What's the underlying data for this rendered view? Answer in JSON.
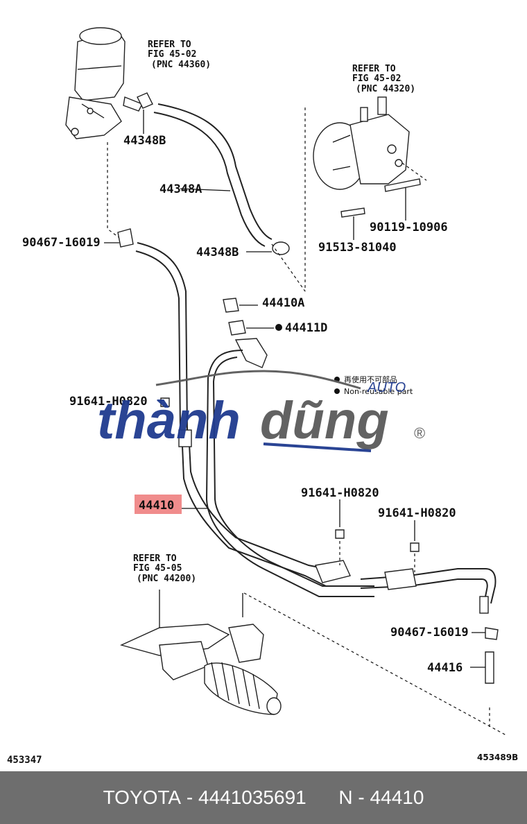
{
  "refs": {
    "top_left": {
      "line1": "REFER TO",
      "line2": "FIG 45-02",
      "line3": "(PNC 44360)"
    },
    "top_right": {
      "line1": "REFER TO",
      "line2": "FIG 45-02",
      "line3": "(PNC 44320)"
    },
    "bottom_left": {
      "line1": "REFER TO",
      "line2": "FIG 45-05",
      "line3": "(PNC 44200)"
    }
  },
  "labels": {
    "p44348B_top": "44348B",
    "p44348A": "44348A",
    "p44348B_mid": "44348B",
    "p90467_top": "90467-16019",
    "p90119": "90119-10906",
    "p91513": "91513-81040",
    "p44410A": "44410A",
    "p44411D": "44411D",
    "p91641_left": "91641-H0820",
    "p44410": "44410",
    "p91641_a": "91641-H0820",
    "p91641_b": "91641-H0820",
    "p90467_bottom": "90467-16019",
    "p44416": "44416",
    "fig_left": "453347",
    "fig_right": "453489B"
  },
  "legend": {
    "jp": "再使用不可部品",
    "en": "Non-reusable part"
  },
  "watermark": {
    "text_a": "thành",
    "text_b": "dũng",
    "sub": "AUTO",
    "mark": "®",
    "color_blue": "#1f3b8f",
    "color_grey": "#5a5a5a"
  },
  "footer": {
    "brand": "TOYOTA",
    "sep": " - ",
    "part_no": "4441035691",
    "pnc_prefix": "N",
    "pnc": "44410"
  },
  "colors": {
    "highlight": "#f08c8c",
    "footer_bg": "#6e6e6e"
  }
}
